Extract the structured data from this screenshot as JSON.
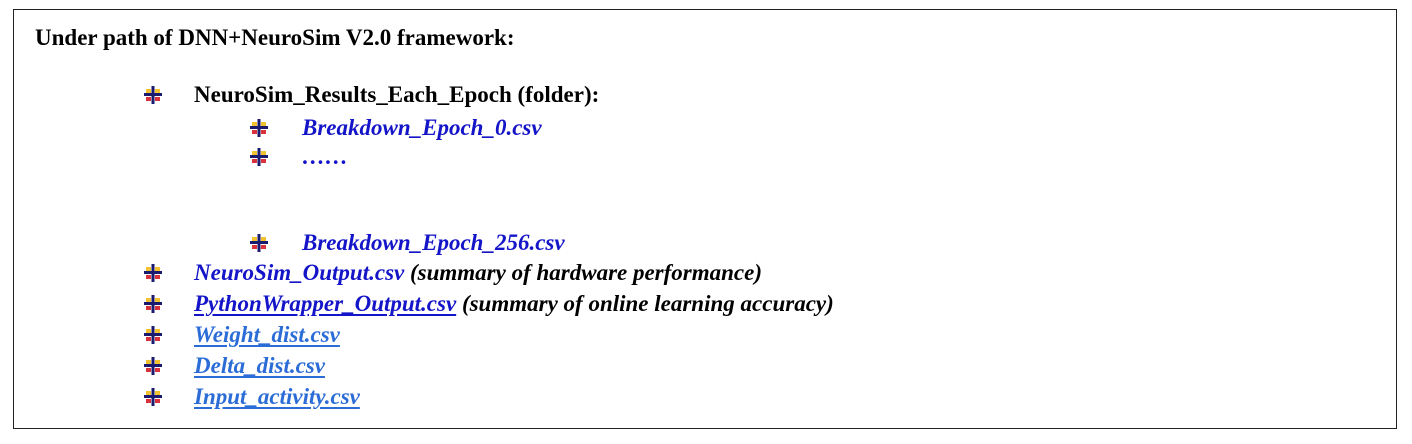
{
  "heading": "Under path of DNN+NeuroSim V2.0 framework:",
  "folder": {
    "label": "NeuroSim_Results_Each_Epoch (folder):",
    "children": [
      "Breakdown_Epoch_0.csv",
      "……",
      "Breakdown_Epoch_256.csv"
    ]
  },
  "files": [
    {
      "name": "NeuroSim_Output.csv",
      "note": " (summary of hardware performance)"
    },
    {
      "name": "PythonWrapper_Output.csv",
      "note": " (summary of online learning accuracy)"
    },
    {
      "name": "Weight_dist.csv"
    },
    {
      "name": "Delta_dist.csv"
    },
    {
      "name": "Input_activity.csv"
    }
  ],
  "colors": {
    "bullet_yellow": "#f2c230",
    "bullet_red": "#d9323c",
    "bullet_navy": "#1a1a6e",
    "item_blue": "#1414c8",
    "link_blue": "#2b6cd6"
  },
  "icons": {
    "bullet": "arrow-bullet-icon"
  }
}
